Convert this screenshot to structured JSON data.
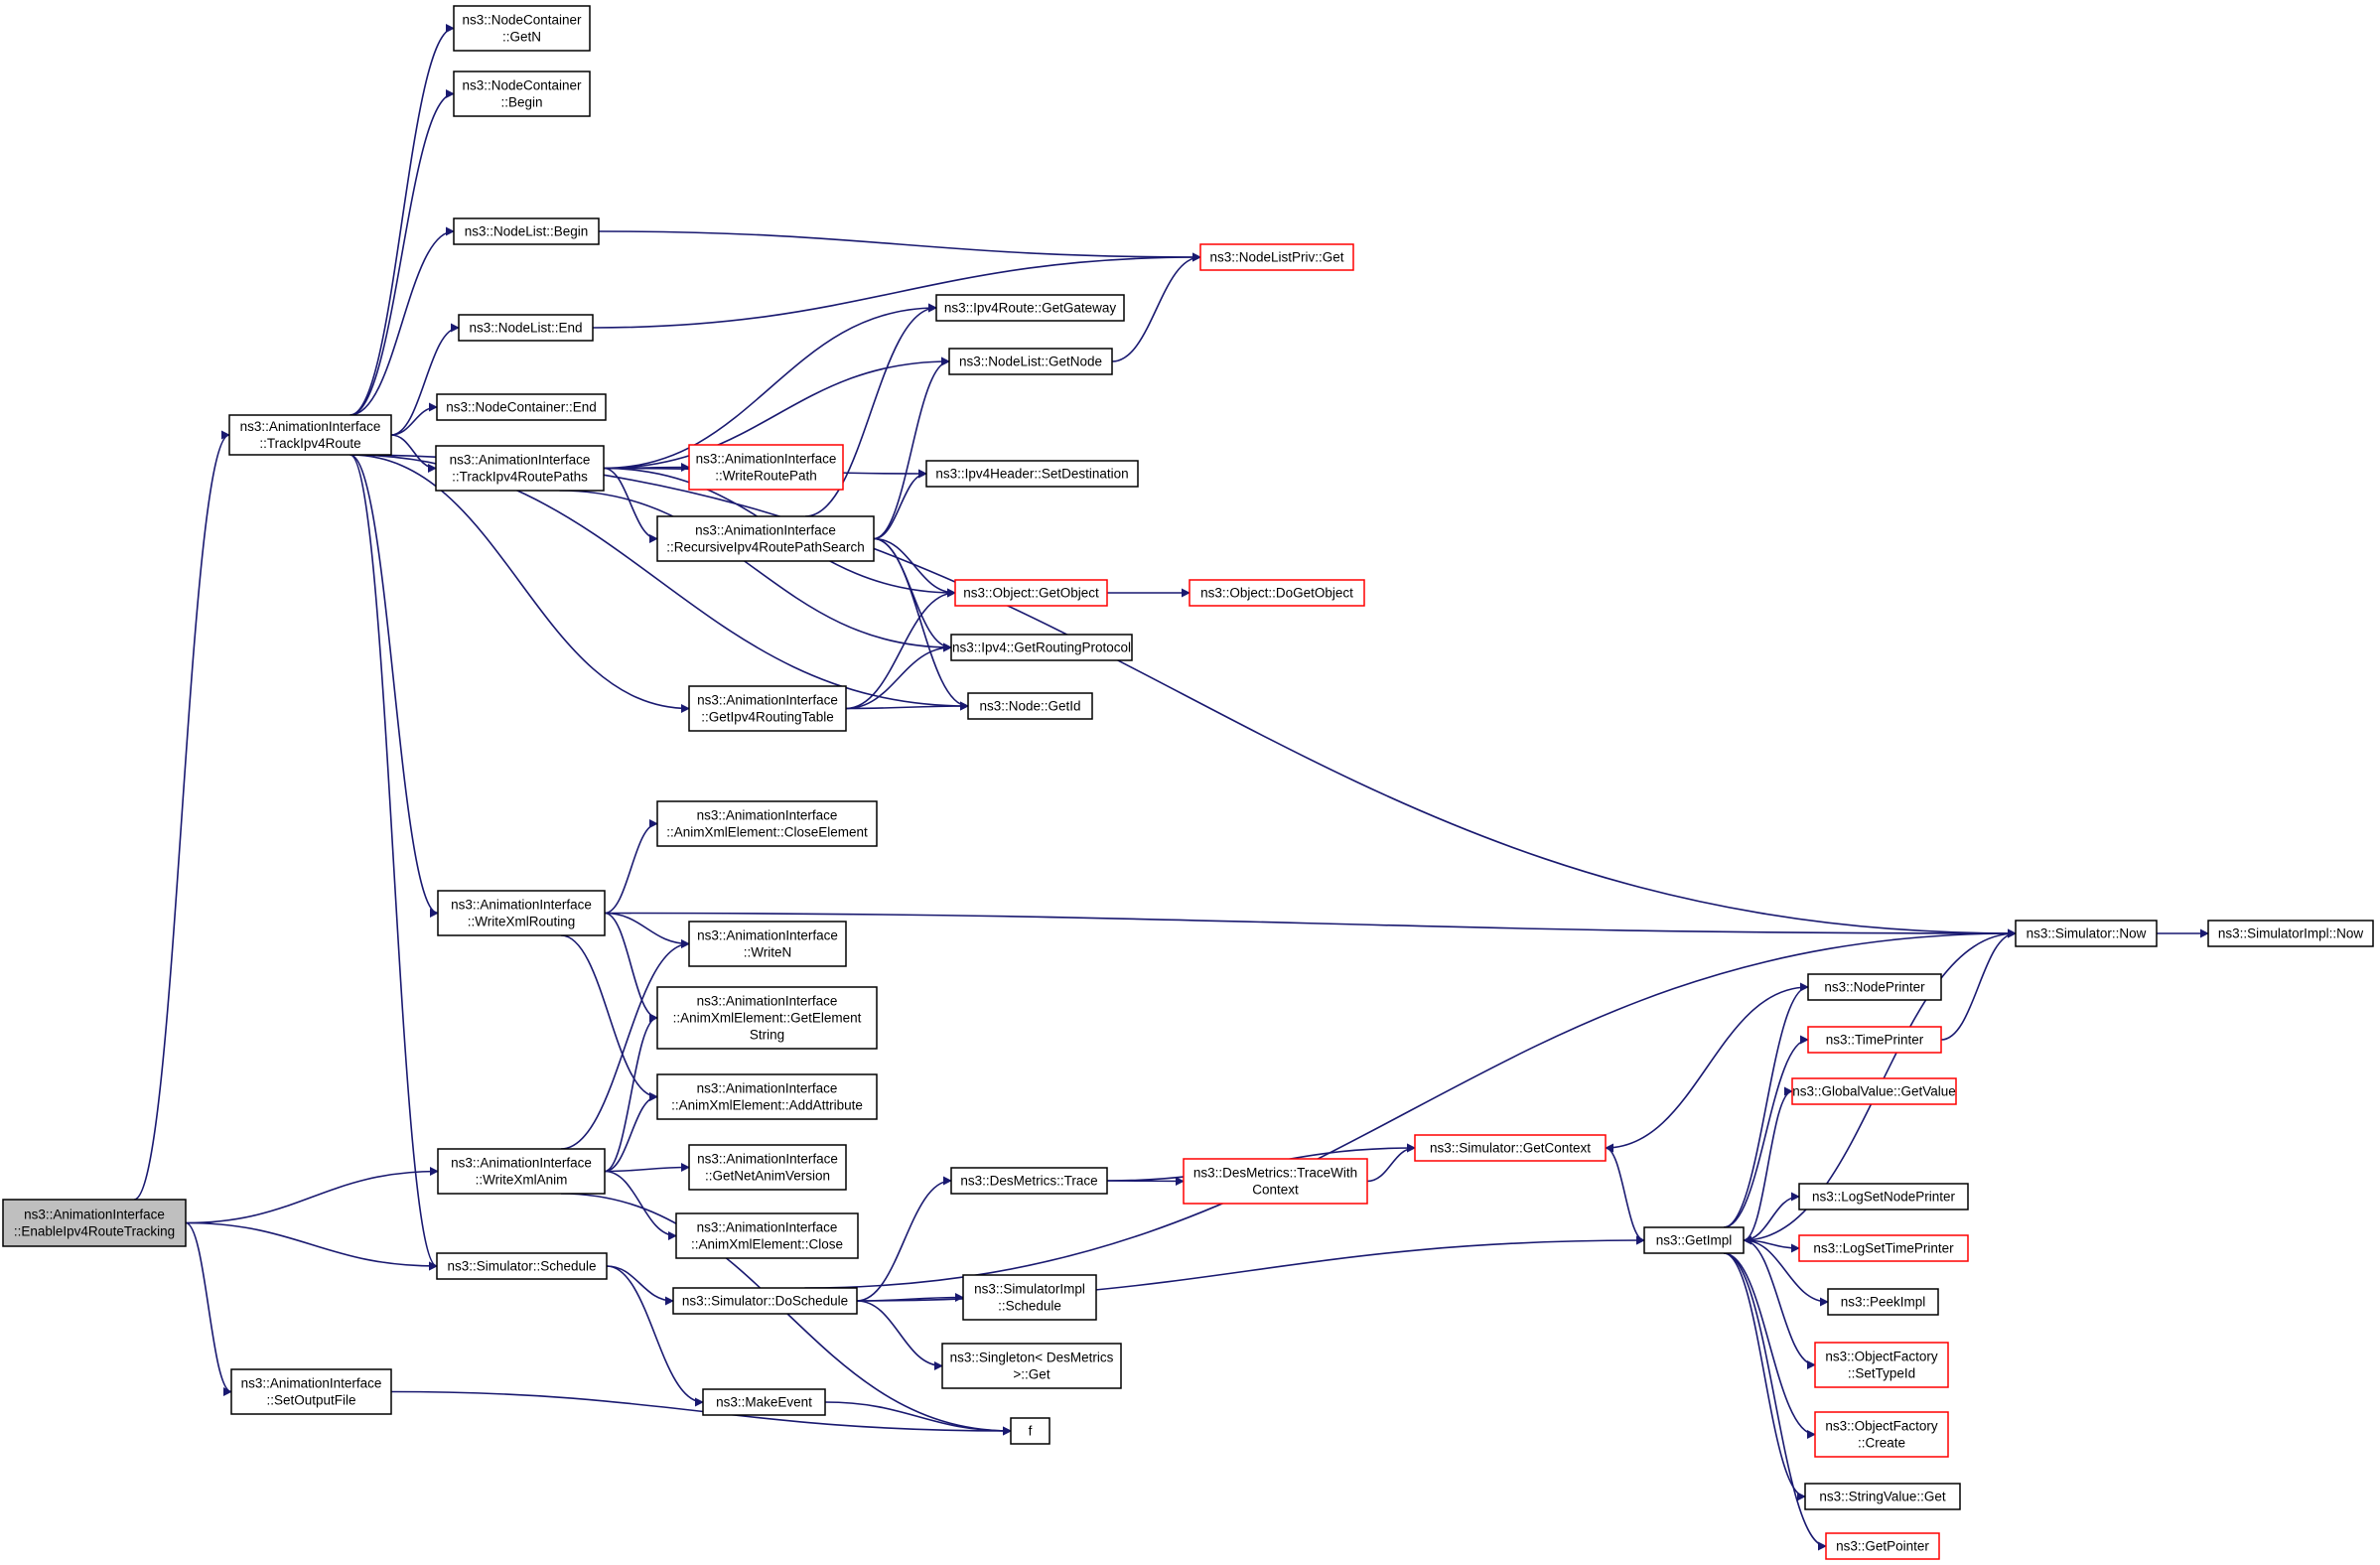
{
  "graph": {
    "colors": {
      "edge": "#191970",
      "node_border": "#000000",
      "truncated_border": "#ff0000",
      "root_fill": "#bfbfbf"
    },
    "nodes": [
      {
        "id": "root",
        "lines": [
          "ns3::AnimationInterface",
          "::EnableIpv4RouteTracking"
        ],
        "root": true
      },
      {
        "id": "trackroute",
        "lines": [
          "ns3::AnimationInterface",
          "::TrackIpv4Route"
        ]
      },
      {
        "id": "ncgetn",
        "lines": [
          "ns3::NodeContainer",
          "::GetN"
        ]
      },
      {
        "id": "ncbegin",
        "lines": [
          "ns3::NodeContainer",
          "::Begin"
        ]
      },
      {
        "id": "nlbegin",
        "lines": [
          "ns3::NodeList::Begin"
        ]
      },
      {
        "id": "nlend",
        "lines": [
          "ns3::NodeList::End"
        ]
      },
      {
        "id": "ncend",
        "lines": [
          "ns3::NodeContainer::End"
        ]
      },
      {
        "id": "trackpaths",
        "lines": [
          "ns3::AnimationInterface",
          "::TrackIpv4RoutePaths"
        ]
      },
      {
        "id": "writeroutepath",
        "lines": [
          "ns3::AnimationInterface",
          "::WriteRoutePath"
        ],
        "truncated": true
      },
      {
        "id": "recursive",
        "lines": [
          "ns3::AnimationInterface",
          "::RecursiveIpv4RoutePathSearch"
        ]
      },
      {
        "id": "getrt",
        "lines": [
          "ns3::AnimationInterface",
          "::GetIpv4RoutingTable"
        ]
      },
      {
        "id": "nlpriv",
        "lines": [
          "ns3::NodeListPriv::Get"
        ],
        "truncated": true
      },
      {
        "id": "gateway",
        "lines": [
          "ns3::Ipv4Route::GetGateway"
        ]
      },
      {
        "id": "getnode",
        "lines": [
          "ns3::NodeList::GetNode"
        ]
      },
      {
        "id": "setdest",
        "lines": [
          "ns3::Ipv4Header::SetDestination"
        ]
      },
      {
        "id": "getobject",
        "lines": [
          "ns3::Object::GetObject"
        ],
        "truncated": true
      },
      {
        "id": "dogetobject",
        "lines": [
          "ns3::Object::DoGetObject"
        ],
        "truncated": true
      },
      {
        "id": "routingproto",
        "lines": [
          "ns3::Ipv4::GetRoutingProtocol"
        ]
      },
      {
        "id": "nodegetid",
        "lines": [
          "ns3::Node::GetId"
        ]
      },
      {
        "id": "closeel",
        "lines": [
          "ns3::AnimationInterface",
          "::AnimXmlElement::CloseElement"
        ]
      },
      {
        "id": "writexmlrouting",
        "lines": [
          "ns3::AnimationInterface",
          "::WriteXmlRouting"
        ]
      },
      {
        "id": "writen",
        "lines": [
          "ns3::AnimationInterface",
          "::WriteN"
        ]
      },
      {
        "id": "getelstr",
        "lines": [
          "ns3::AnimationInterface",
          "::AnimXmlElement::GetElement",
          "String"
        ]
      },
      {
        "id": "addattr",
        "lines": [
          "ns3::AnimationInterface",
          "::AnimXmlElement::AddAttribute"
        ]
      },
      {
        "id": "writexmlanim",
        "lines": [
          "ns3::AnimationInterface",
          "::WriteXmlAnim"
        ]
      },
      {
        "id": "netanimver",
        "lines": [
          "ns3::AnimationInterface",
          "::GetNetAnimVersion"
        ]
      },
      {
        "id": "close",
        "lines": [
          "ns3::AnimationInterface",
          "::AnimXmlElement::Close"
        ]
      },
      {
        "id": "schedule",
        "lines": [
          "ns3::Simulator::Schedule"
        ]
      },
      {
        "id": "doschedule",
        "lines": [
          "ns3::Simulator::DoSchedule"
        ]
      },
      {
        "id": "setoutput",
        "lines": [
          "ns3::AnimationInterface",
          "::SetOutputFile"
        ]
      },
      {
        "id": "makeevent",
        "lines": [
          "ns3::MakeEvent"
        ]
      },
      {
        "id": "f",
        "lines": [
          "f"
        ]
      },
      {
        "id": "simimplsched",
        "lines": [
          "ns3::SimulatorImpl",
          "::Schedule"
        ]
      },
      {
        "id": "singleton",
        "lines": [
          "ns3::Singleton< DesMetrics",
          ">::Get"
        ]
      },
      {
        "id": "destrace",
        "lines": [
          "ns3::DesMetrics::Trace"
        ]
      },
      {
        "id": "tracewith",
        "lines": [
          "ns3::DesMetrics::TraceWith",
          "Context"
        ],
        "truncated": true
      },
      {
        "id": "getcontext",
        "lines": [
          "ns3::Simulator::GetContext"
        ],
        "truncated": true
      },
      {
        "id": "now",
        "lines": [
          "ns3::Simulator::Now"
        ]
      },
      {
        "id": "implnow",
        "lines": [
          "ns3::SimulatorImpl::Now"
        ]
      },
      {
        "id": "getimpl",
        "lines": [
          "ns3::GetImpl"
        ]
      },
      {
        "id": "nodeprinter",
        "lines": [
          "ns3::NodePrinter"
        ]
      },
      {
        "id": "timeprinter",
        "lines": [
          "ns3::TimePrinter"
        ],
        "truncated": true
      },
      {
        "id": "globalvalue",
        "lines": [
          "ns3::GlobalValue::GetValue"
        ],
        "truncated": true
      },
      {
        "id": "logsetnode",
        "lines": [
          "ns3::LogSetNodePrinter"
        ]
      },
      {
        "id": "logsettime",
        "lines": [
          "ns3::LogSetTimePrinter"
        ],
        "truncated": true
      },
      {
        "id": "peekimpl",
        "lines": [
          "ns3::PeekImpl"
        ]
      },
      {
        "id": "settypeid",
        "lines": [
          "ns3::ObjectFactory",
          "::SetTypeId"
        ],
        "truncated": true
      },
      {
        "id": "create",
        "lines": [
          "ns3::ObjectFactory",
          "::Create"
        ],
        "truncated": true
      },
      {
        "id": "stringget",
        "lines": [
          "ns3::StringValue::Get"
        ]
      },
      {
        "id": "getpointer",
        "lines": [
          "ns3::GetPointer"
        ],
        "truncated": true
      }
    ],
    "edges": [
      [
        "root",
        "trackroute"
      ],
      [
        "root",
        "writexmlanim"
      ],
      [
        "root",
        "schedule"
      ],
      [
        "root",
        "setoutput"
      ],
      [
        "trackroute",
        "ncgetn"
      ],
      [
        "trackroute",
        "ncbegin"
      ],
      [
        "trackroute",
        "now"
      ],
      [
        "trackroute",
        "nlbegin"
      ],
      [
        "trackroute",
        "nlend"
      ],
      [
        "trackroute",
        "ncend"
      ],
      [
        "trackroute",
        "trackpaths"
      ],
      [
        "trackroute",
        "getrt"
      ],
      [
        "trackroute",
        "nodegetid"
      ],
      [
        "trackroute",
        "writexmlrouting"
      ],
      [
        "trackroute",
        "schedule"
      ],
      [
        "nlbegin",
        "nlpriv"
      ],
      [
        "nlend",
        "nlpriv"
      ],
      [
        "trackpaths",
        "gateway"
      ],
      [
        "trackpaths",
        "getnode"
      ],
      [
        "trackpaths",
        "setdest"
      ],
      [
        "trackpaths",
        "writeroutepath"
      ],
      [
        "trackpaths",
        "recursive"
      ],
      [
        "trackpaths",
        "getobject"
      ],
      [
        "trackpaths",
        "routingproto"
      ],
      [
        "recursive",
        "gateway"
      ],
      [
        "recursive",
        "getnode"
      ],
      [
        "recursive",
        "setdest"
      ],
      [
        "recursive",
        "getobject"
      ],
      [
        "recursive",
        "routingproto"
      ],
      [
        "recursive",
        "nodegetid"
      ],
      [
        "getnode",
        "nlpriv"
      ],
      [
        "getobject",
        "dogetobject"
      ],
      [
        "getrt",
        "getobject"
      ],
      [
        "getrt",
        "routingproto"
      ],
      [
        "getrt",
        "nodegetid"
      ],
      [
        "writexmlrouting",
        "closeel"
      ],
      [
        "writexmlrouting",
        "now"
      ],
      [
        "writexmlrouting",
        "writen"
      ],
      [
        "writexmlrouting",
        "getelstr"
      ],
      [
        "writexmlrouting",
        "addattr"
      ],
      [
        "writexmlanim",
        "writen"
      ],
      [
        "writexmlanim",
        "getelstr"
      ],
      [
        "writexmlanim",
        "addattr"
      ],
      [
        "writexmlanim",
        "netanimver"
      ],
      [
        "writexmlanim",
        "close"
      ],
      [
        "writexmlanim",
        "f"
      ],
      [
        "schedule",
        "doschedule"
      ],
      [
        "schedule",
        "makeevent"
      ],
      [
        "setoutput",
        "f"
      ],
      [
        "makeevent",
        "f"
      ],
      [
        "doschedule",
        "now"
      ],
      [
        "doschedule",
        "destrace"
      ],
      [
        "doschedule",
        "getimpl"
      ],
      [
        "doschedule",
        "simimplsched"
      ],
      [
        "doschedule",
        "singleton"
      ],
      [
        "destrace",
        "tracewith"
      ],
      [
        "destrace",
        "getcontext"
      ],
      [
        "tracewith",
        "getcontext"
      ],
      [
        "getcontext",
        "getimpl"
      ],
      [
        "now",
        "implnow"
      ],
      [
        "now",
        "getimpl"
      ],
      [
        "getimpl",
        "nodeprinter"
      ],
      [
        "getimpl",
        "timeprinter"
      ],
      [
        "getimpl",
        "globalvalue"
      ],
      [
        "getimpl",
        "logsetnode"
      ],
      [
        "getimpl",
        "logsettime"
      ],
      [
        "getimpl",
        "peekimpl"
      ],
      [
        "getimpl",
        "settypeid"
      ],
      [
        "getimpl",
        "create"
      ],
      [
        "getimpl",
        "stringget"
      ],
      [
        "getimpl",
        "getpointer"
      ],
      [
        "nodeprinter",
        "getcontext"
      ],
      [
        "timeprinter",
        "now"
      ]
    ]
  }
}
